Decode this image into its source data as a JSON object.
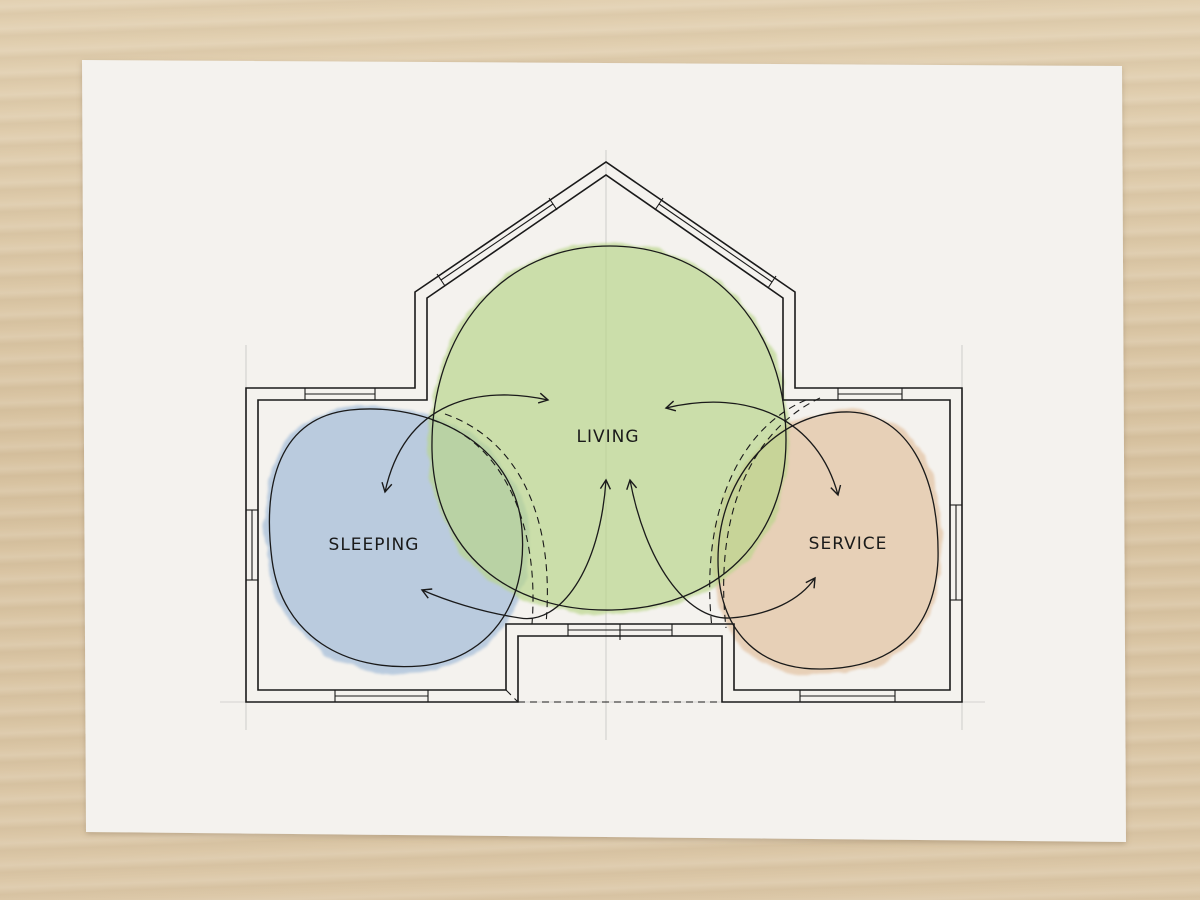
{
  "zones": {
    "living": {
      "label": "LIVING",
      "color": "#b9d68a"
    },
    "sleeping": {
      "label": "SLEEPING",
      "color": "#a4bdd9"
    },
    "service": {
      "label": "SERVICE",
      "color": "#e3c3a3"
    }
  },
  "colors": {
    "ink": "#1a1a1a",
    "paper": "#f4f2ee",
    "table": "#dcc8a8"
  }
}
